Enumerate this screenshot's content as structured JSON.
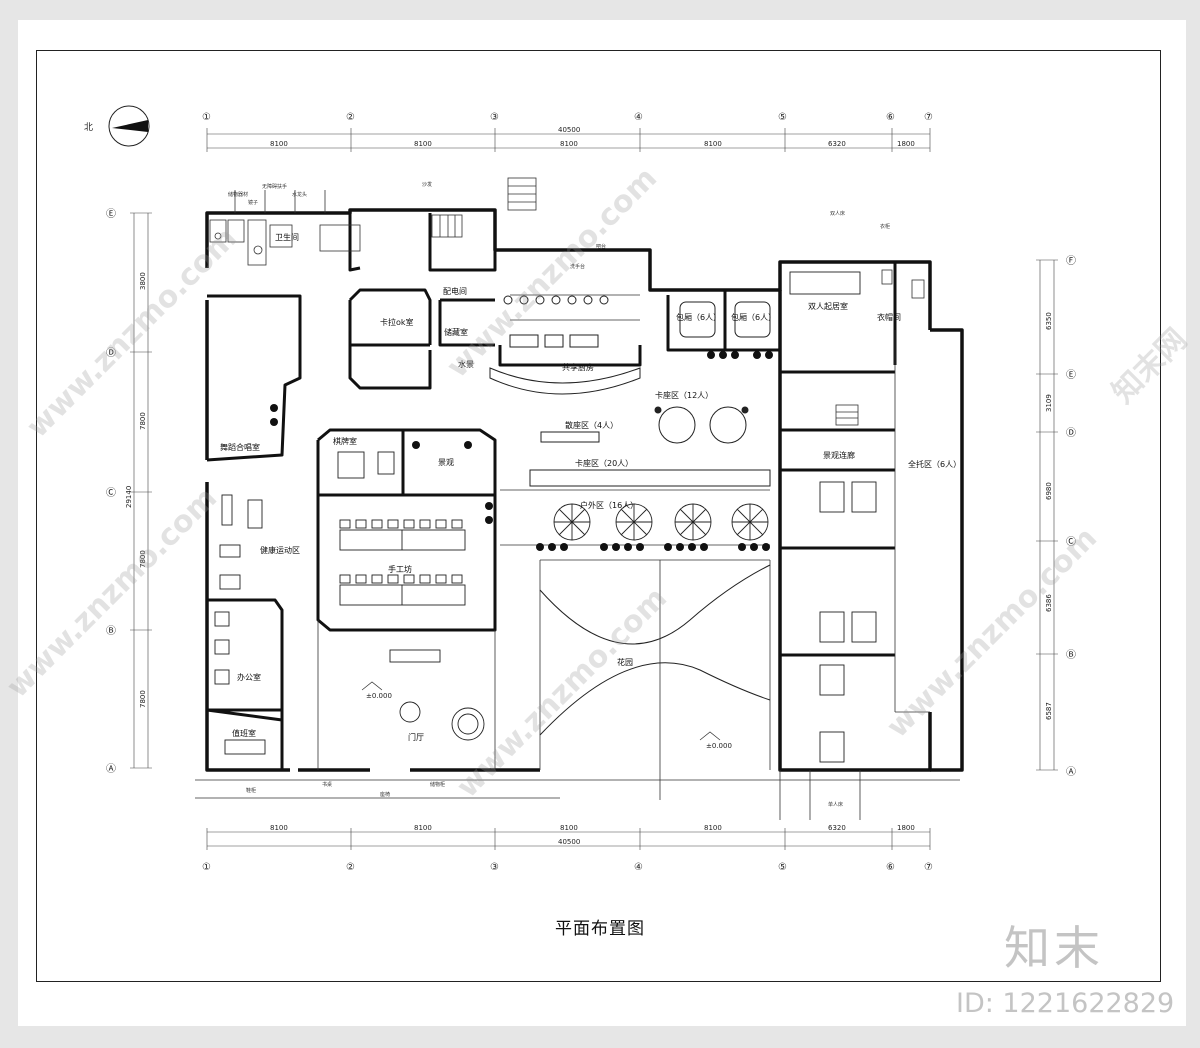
{
  "title": "平面布置图",
  "brand": "知末",
  "image_id": "ID: 1221622829",
  "watermark": "www.znzmo.com",
  "watermark_cn": "知末网",
  "north": "北",
  "axes": {
    "top": [
      "①",
      "②",
      "③",
      "④",
      "⑤",
      "⑥",
      "⑦"
    ],
    "bottom": [
      "①",
      "②",
      "③",
      "④",
      "⑤",
      "⑥",
      "⑦"
    ],
    "left": [
      "Ⓔ",
      "Ⓓ",
      "Ⓒ",
      "Ⓑ",
      "Ⓐ"
    ],
    "right": [
      "Ⓕ",
      "Ⓔ",
      "Ⓓ",
      "Ⓒ",
      "Ⓑ",
      "Ⓐ"
    ]
  },
  "dims": {
    "top_total": "40500",
    "top": [
      "8100",
      "8100",
      "8100",
      "8100",
      "6320",
      "1800"
    ],
    "bottom_total": "40500",
    "bottom": [
      "8100",
      "8100",
      "8100",
      "8100",
      "6320",
      "1800"
    ],
    "left": [
      "3800",
      "7800",
      "7800",
      "7800"
    ],
    "left_total": "29140",
    "right": [
      "6350",
      "3109",
      "6980",
      "6386",
      "6587"
    ]
  },
  "rooms": {
    "toilet": "卫生间",
    "dance": "舞蹈合唱室",
    "fitness": "健康运动区",
    "office": "办公室",
    "duty": "值班室",
    "ktv": "卡拉ok室",
    "power": "配电间",
    "storage": "储藏室",
    "water": "水景",
    "kitchen": "共享厨房",
    "chess": "棋牌室",
    "landscape": "景观",
    "craft": "手工坊",
    "lobby": "门厅",
    "garden": "花园",
    "booth12": "卡座区（12人）",
    "booth4": "散座区（4人）",
    "booth20": "卡座区（20人）",
    "outdoor": "户外区（16人）",
    "private1": "包厢（6人）",
    "private2": "包厢（6人）",
    "double": "双人起居室",
    "closet": "衣帽间",
    "corridor": "景观连廊",
    "care": "全托区（6人）"
  },
  "levels": {
    "lobby": "±0.000",
    "garden": "±0.000"
  },
  "notes": [
    "储物器材",
    "无障碍扶手",
    "水龙头",
    "镜子",
    "双人床",
    "洗手台",
    "沙发",
    "吧台",
    "衣柜",
    "单人床",
    "书桌",
    "座椅",
    "鞋柜",
    "储物柜"
  ]
}
